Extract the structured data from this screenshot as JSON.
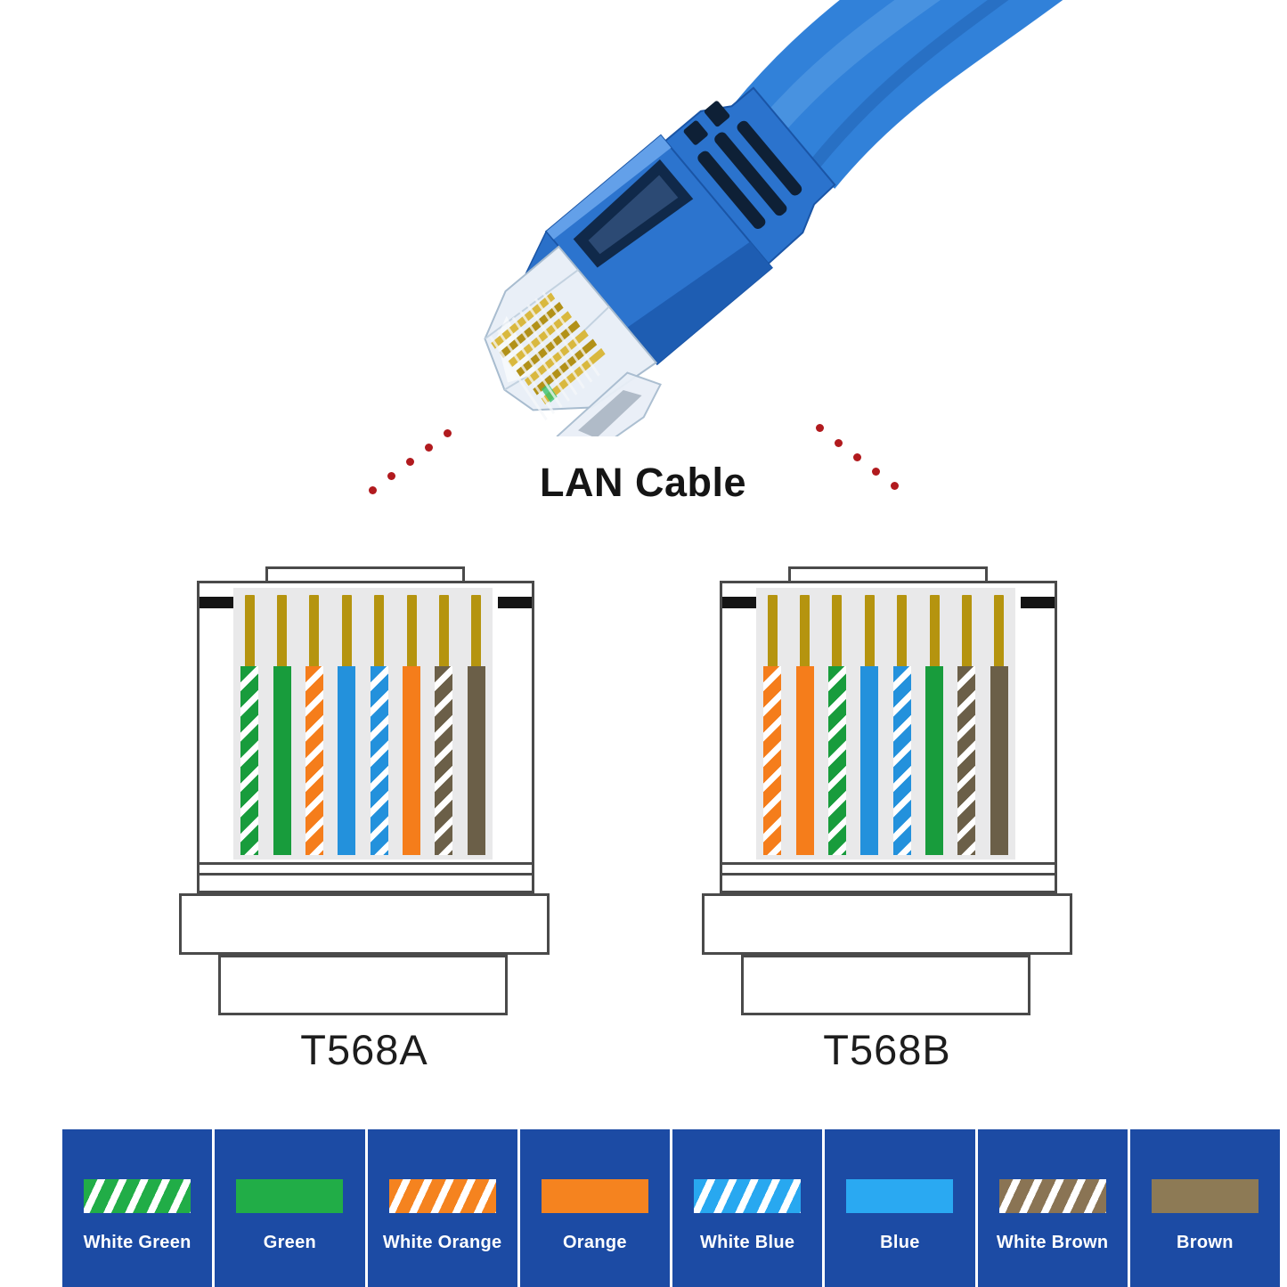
{
  "hero": {
    "title": "LAN Cable"
  },
  "connectors": [
    {
      "label": "T568A",
      "wires": [
        "white-green",
        "green",
        "white-orange",
        "blue",
        "white-blue",
        "orange",
        "white-brown",
        "brown"
      ]
    },
    {
      "label": "T568B",
      "wires": [
        "white-orange",
        "orange",
        "white-green",
        "blue",
        "white-blue",
        "green",
        "white-brown",
        "brown"
      ]
    }
  ],
  "wire_colors": {
    "green": "#189c3c",
    "orange": "#f57d1b",
    "blue": "#2391dc",
    "brown": "#6b5f48",
    "white": "#ffffff",
    "pin_gold": "#b5940f"
  },
  "legend": {
    "background": "#1c4ba4",
    "divider": "#ffffff",
    "items": [
      {
        "label": "White Green",
        "swatch": "striped",
        "color": "#21ad47"
      },
      {
        "label": "Green",
        "swatch": "solid",
        "color": "#21ad47"
      },
      {
        "label": "White Orange",
        "swatch": "striped",
        "color": "#f5831f"
      },
      {
        "label": "Orange",
        "swatch": "solid",
        "color": "#f5831f"
      },
      {
        "label": "White Blue",
        "swatch": "striped",
        "color": "#28a8f0"
      },
      {
        "label": "Blue",
        "swatch": "solid",
        "color": "#2aa9f2"
      },
      {
        "label": "White Brown",
        "swatch": "striped",
        "color": "#8a7454"
      },
      {
        "label": "Brown",
        "swatch": "solid",
        "color": "#8d7a55"
      }
    ]
  }
}
